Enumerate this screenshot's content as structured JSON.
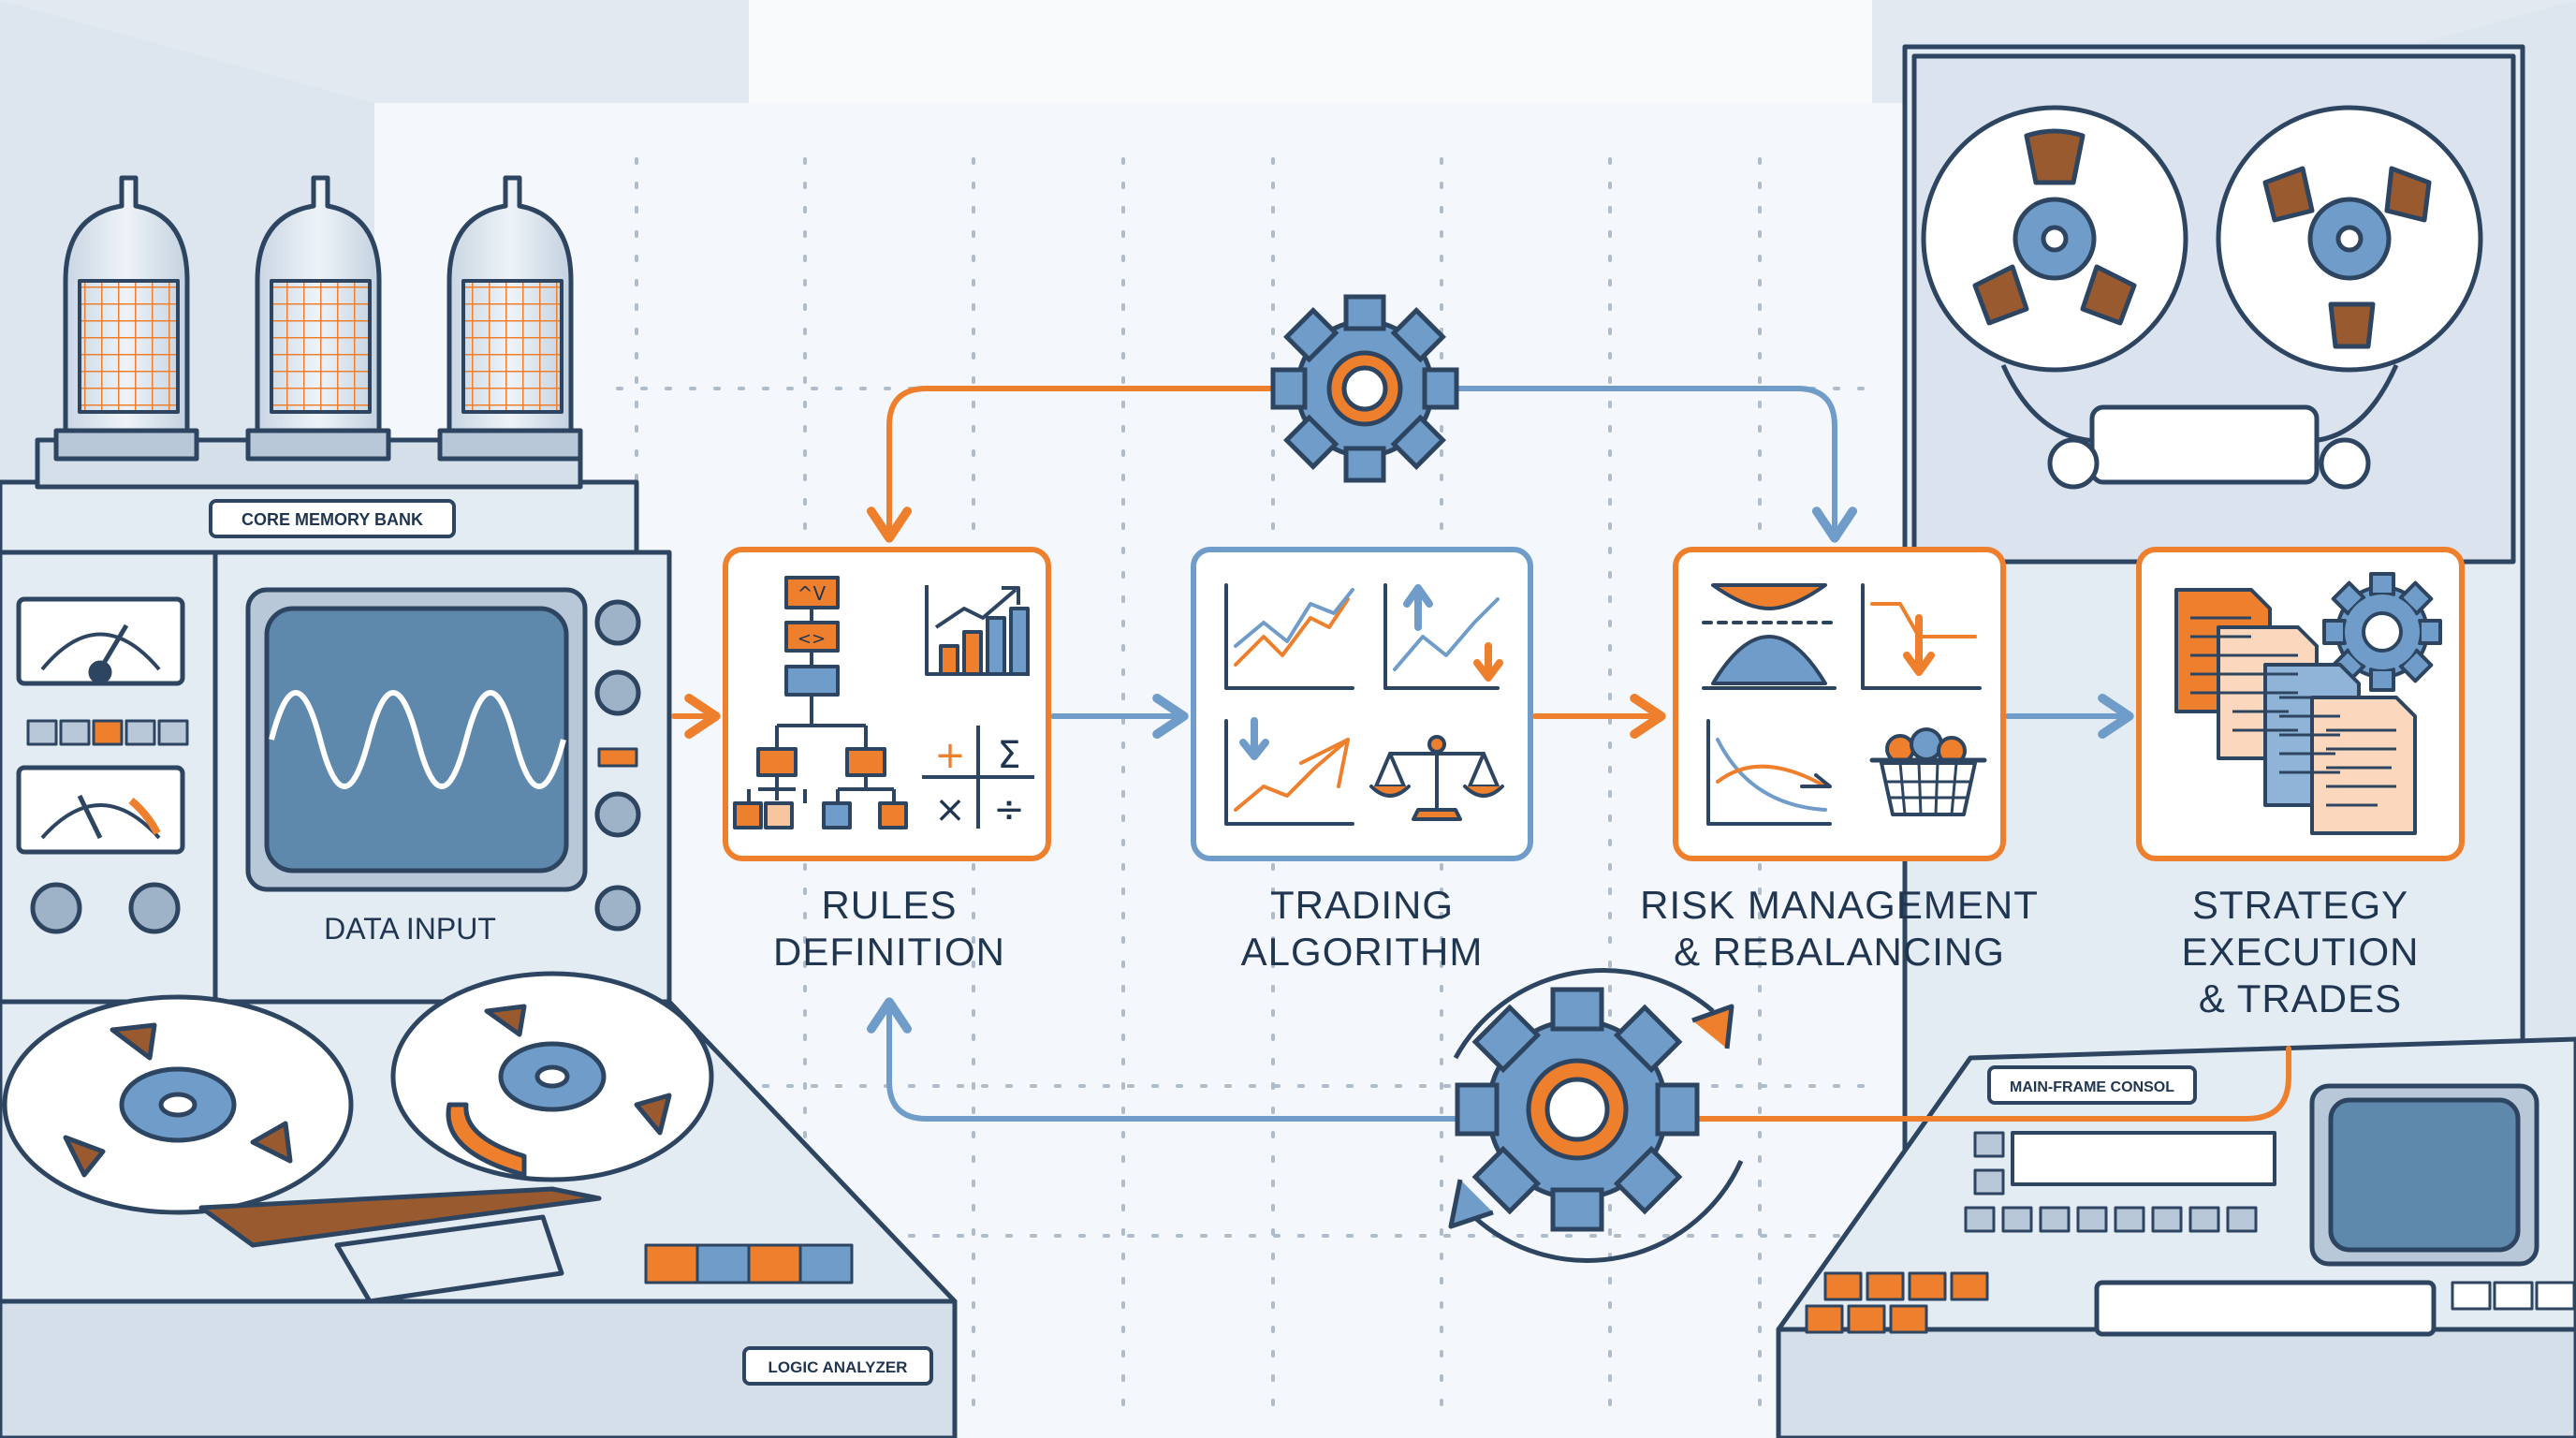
{
  "colors": {
    "orange": "#ee7f2d",
    "blue": "#6f9cc8",
    "navy": "#2d4560",
    "brown": "#9a5a2f",
    "screen": "#5f88ad",
    "panel": "#e3ebf3"
  },
  "machines": {
    "core_memory_label": "CORE MEMORY BANK",
    "data_input_label": "DATA INPUT",
    "logic_analyzer_label": "LOGIC ANALYZER",
    "mainframe_label": "MAIN-FRAME CONSOL"
  },
  "stages": [
    {
      "id": "rules",
      "line1": "RULES",
      "line2": "DEFINITION",
      "line3": "",
      "border_color": "#ee7f2d"
    },
    {
      "id": "trading",
      "line1": "TRADING",
      "line2": "ALGORITHM",
      "line3": "",
      "border_color": "#6f9cc8"
    },
    {
      "id": "risk",
      "line1": "RISK MANAGEMENT",
      "line2": "& REBALANCING",
      "line3": "",
      "border_color": "#ee7f2d"
    },
    {
      "id": "strategy",
      "line1": "STRATEGY",
      "line2": "EXECUTION",
      "line3": "& TRADES",
      "border_color": "#ee7f2d"
    }
  ],
  "icons": {
    "rules": [
      "flowchart-icon",
      "bar-chart-up-icon",
      "math-operators-icon"
    ],
    "trading": [
      "line-chart-icon",
      "trend-arrows-icon",
      "chart-down-up-icon",
      "balance-scale-icon"
    ],
    "risk": [
      "bell-curve-icon",
      "step-down-chart-icon",
      "decay-curve-icon",
      "basket-icon"
    ],
    "strategy": [
      "documents-gear-icon"
    ],
    "loop": [
      "gear-icon",
      "gear-icon",
      "cycle-arrows-icon"
    ]
  },
  "math_symbols": [
    "+",
    "Σ",
    "×",
    "÷"
  ]
}
